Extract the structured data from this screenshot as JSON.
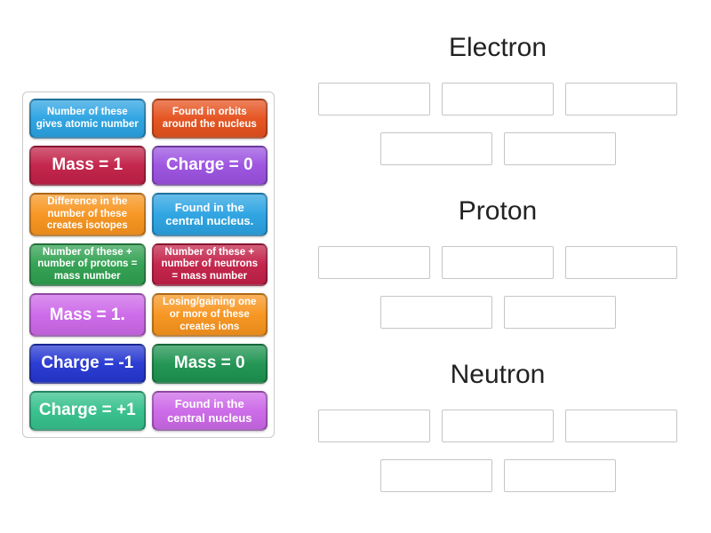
{
  "panel_tiles": [
    {
      "parts": [
        {
          "t": "Number of these gives atomic number",
          "b": false
        }
      ],
      "color": "#2BA3E2"
    },
    {
      "parts": [
        {
          "t": "Found in ",
          "b": false
        },
        {
          "t": "orbits",
          "b": true
        },
        {
          "t": " around the nucleus",
          "b": false
        }
      ],
      "color": "#E5511D"
    },
    {
      "parts": [
        {
          "t": "Mass = 1",
          "b": false
        }
      ],
      "color": "#C22047"
    },
    {
      "parts": [
        {
          "t": "Charge = 0",
          "b": false
        }
      ],
      "color": "#9B51E0"
    },
    {
      "parts": [
        {
          "t": "Difference in the number of these creates isotopes",
          "b": false
        }
      ],
      "color": "#F7941E"
    },
    {
      "parts": [
        {
          "t": "Found in the central ",
          "b": false
        },
        {
          "t": "nucleus.",
          "b": true
        }
      ],
      "color": "#2BA3E2"
    },
    {
      "parts": [
        {
          "t": "Number of these + number of protons = mass number",
          "b": false
        }
      ],
      "color": "#2FA050"
    },
    {
      "parts": [
        {
          "t": "Number of these + number of neutrons = mass number",
          "b": false
        }
      ],
      "color": "#C22047"
    },
    {
      "parts": [
        {
          "t": "Mass = 1.",
          "b": false
        }
      ],
      "color": "#CC68E8"
    },
    {
      "parts": [
        {
          "t": "Losing/gaining one or more of these creates ions",
          "b": false
        }
      ],
      "color": "#F7941E"
    },
    {
      "parts": [
        {
          "t": "Charge = -1",
          "b": false
        }
      ],
      "color": "#2537D1"
    },
    {
      "parts": [
        {
          "t": "Mass = 0",
          "b": false
        }
      ],
      "color": "#1E9350"
    },
    {
      "parts": [
        {
          "t": "Charge = +1",
          "b": false
        }
      ],
      "color": "#35C08C"
    },
    {
      "parts": [
        {
          "t": "Found in the central ",
          "b": false
        },
        {
          "t": "nucleus",
          "b": true
        }
      ],
      "color": "#CC68E8"
    }
  ],
  "groups": [
    {
      "label": "Electron",
      "slot_rows": [
        3,
        2
      ]
    },
    {
      "label": "Proton",
      "slot_rows": [
        3,
        2
      ]
    },
    {
      "label": "Neutron",
      "slot_rows": [
        3,
        2
      ]
    }
  ],
  "colors": {
    "background": "#FFFFFF",
    "header_text": "#222222",
    "slot_border": "#C5C5C5",
    "panel_border": "#C9C9C9",
    "tile_text": "#FFFFFF"
  }
}
